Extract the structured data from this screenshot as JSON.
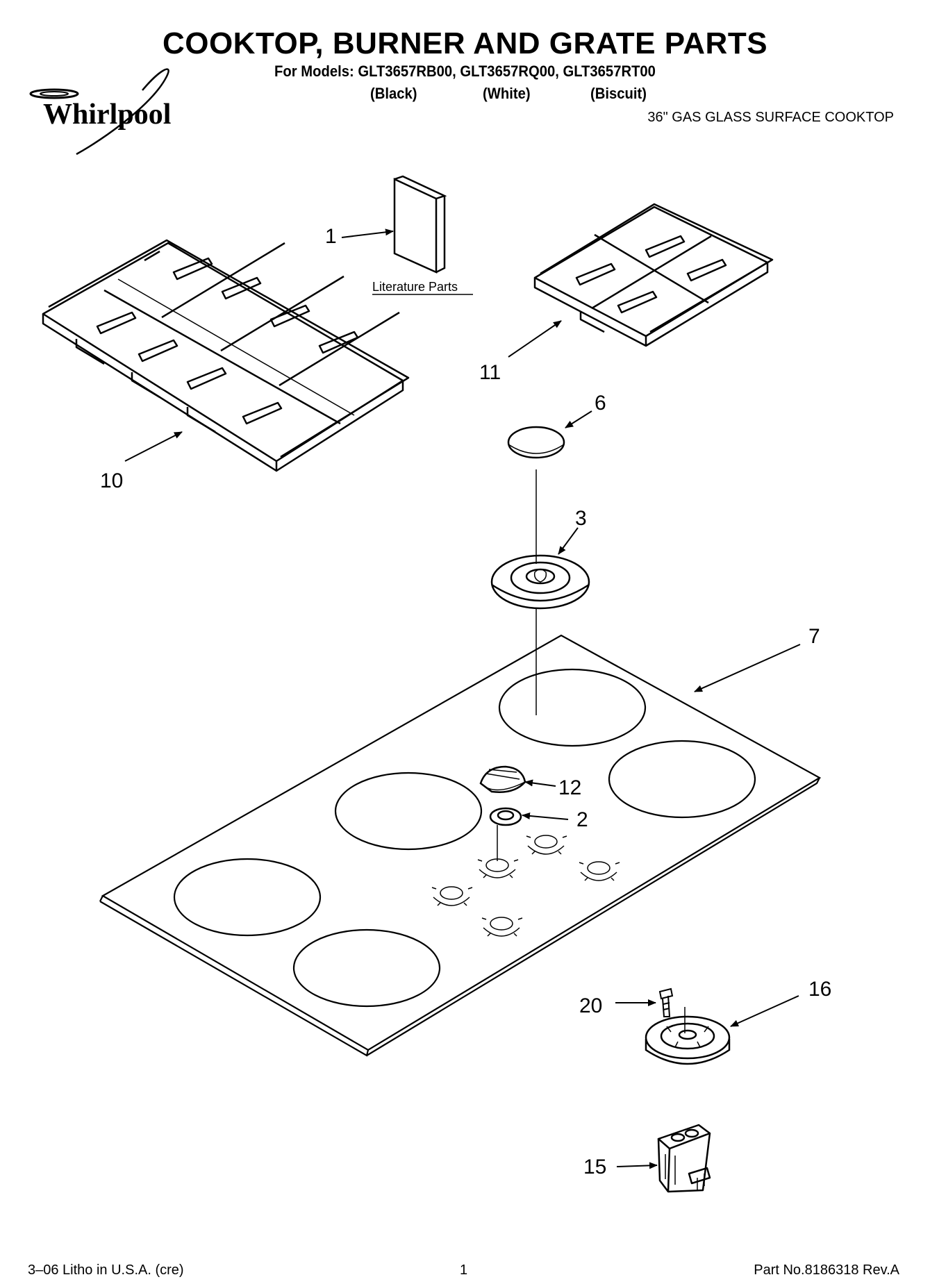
{
  "header": {
    "title": "COOKTOP, BURNER AND GRATE PARTS",
    "models": "For Models: GLT3657RB00, GLT3657RQ00, GLT3657RT00",
    "colors": [
      "(Black)",
      "(White)",
      "(Biscuit)"
    ],
    "subtitle": "36\" GAS GLASS SURFACE COOKTOP",
    "brand": "Whirlpool"
  },
  "diagram": {
    "literature_label": "Literature Parts",
    "callouts": [
      "1",
      "2",
      "3",
      "6",
      "7",
      "10",
      "11",
      "12",
      "15",
      "16",
      "20"
    ]
  },
  "footer": {
    "litho": "3–06 Litho in U.S.A. (cre)",
    "page": "1",
    "part_no": "Part No.8186318 Rev.A"
  }
}
